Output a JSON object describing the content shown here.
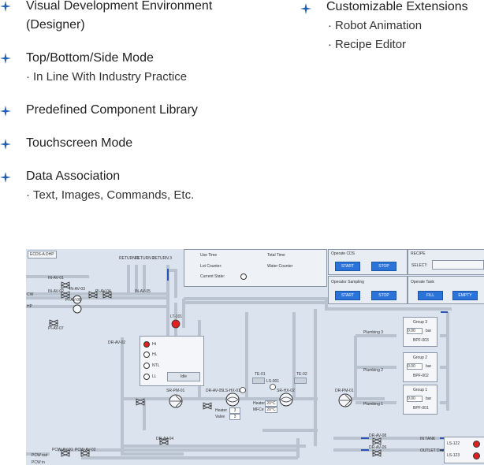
{
  "features_left": [
    {
      "title": "Visual Development Environment",
      "title2": "(Designer)",
      "sub": []
    },
    {
      "title": "Top/Bottom/Side Mode",
      "sub": [
        "In Line With Industry Practice"
      ]
    },
    {
      "title": "Predefined Component Library",
      "sub": []
    },
    {
      "title": "Touchscreen Mode",
      "sub": []
    },
    {
      "title": "Data Association",
      "sub": [
        "Text, Images, Commands, Etc."
      ]
    }
  ],
  "features_right": [
    {
      "title": "Customizable Extensions",
      "sub": [
        "Robot Animation",
        "Recipe Editor"
      ]
    }
  ],
  "colors": {
    "star": "#1f5fb4",
    "hmi_bg": "#dbe3ee",
    "pipe": "#b9c3cf",
    "button": "#2a73d9",
    "alarm_red": "#e02020"
  },
  "hmi": {
    "tag": "ECDS-A DHP",
    "return_labels": [
      "RETURN 1",
      "RETURN 2",
      "RETURN 3"
    ],
    "info": {
      "use_time": "Use Time",
      "total_time": "Total Time",
      "lot_counter": "Lot Counter:",
      "water_counter": "Water Counter",
      "current_state": "Current State:"
    },
    "operate_cds": {
      "title": "Operate CDS",
      "start": "START",
      "stop": "STOP"
    },
    "recipe": {
      "title": "RECIPE",
      "select": "SELECT:"
    },
    "operate_sampling": {
      "title": "Operator Sampling",
      "start": "START",
      "stop": "STOP"
    },
    "operate_tank": {
      "title": "Operate Tank",
      "fill": "FILL",
      "empty": "EMPTY"
    },
    "popup": {
      "options": [
        "Ht",
        "HL",
        "NTL",
        "LL"
      ],
      "button": "Idle"
    },
    "lt_label": "LT-101",
    "valves": [
      "IN-AV-01",
      "IN-AV-02",
      "IN-AV-03",
      "PI-AV-04",
      "IN-AV-05",
      "PI-AV-06",
      "PI-AV-07",
      "DR-AV-02",
      "DR-AV-04",
      "DR-AV-05",
      "DR-AV-08",
      "DR-AV-09",
      "PCW-AV-01",
      "PCW-AV-02"
    ],
    "pumps": [
      {
        "label": "SR-PM-01"
      },
      {
        "label": "LS-HX-01"
      },
      {
        "label": "SR-HX-02"
      },
      {
        "label": "DR-PM-01"
      }
    ],
    "sensors": [
      "TE-01",
      "TE-02",
      "LS-001"
    ],
    "heater": {
      "label": "Heater",
      "value": "3"
    },
    "valve_ctl": {
      "label": "Valve",
      "value": "3"
    },
    "heater2": {
      "label": "Heater",
      "value": "20°C"
    },
    "mfc": {
      "label": "MFCe",
      "value": "20°C"
    },
    "groups": [
      {
        "name": "Group 3",
        "value": "0.00",
        "unit": "bar",
        "id": "BPF-003"
      },
      {
        "name": "Group 2",
        "value": "0.00",
        "unit": "bar",
        "id": "BPF-002"
      },
      {
        "name": "Group 1",
        "value": "0.00",
        "unit": "bar",
        "id": "BPF-001"
      }
    ],
    "plumbing": [
      "Plumbing 3",
      "Plumbing 2",
      "Plumbing 1"
    ],
    "outlets": [
      "IN TANK",
      "OUTLET Drain"
    ],
    "inlets": [
      "PCW out",
      "PCW in"
    ],
    "left_inlets": [
      "CW",
      "HP"
    ],
    "alarms": [
      "LS-122",
      "LS-123"
    ]
  }
}
